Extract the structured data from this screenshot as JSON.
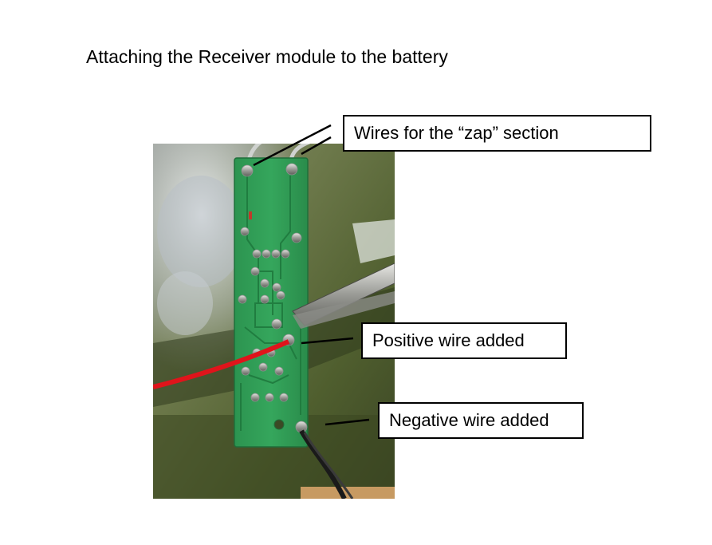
{
  "slide": {
    "title": "Attaching the Receiver module to the battery"
  },
  "callouts": {
    "zap": "Wires for the “zap” section",
    "positive": "Positive wire added",
    "negative": "Negative wire added"
  },
  "colors": {
    "pcb_green": "#2f9a55",
    "pcb_dark": "#1f7a3e",
    "solder": "#cfd3d0",
    "positive_wire": "#e0141b",
    "negative_wire": "#1a1a1a",
    "background_blur": "#5b6b3c"
  }
}
